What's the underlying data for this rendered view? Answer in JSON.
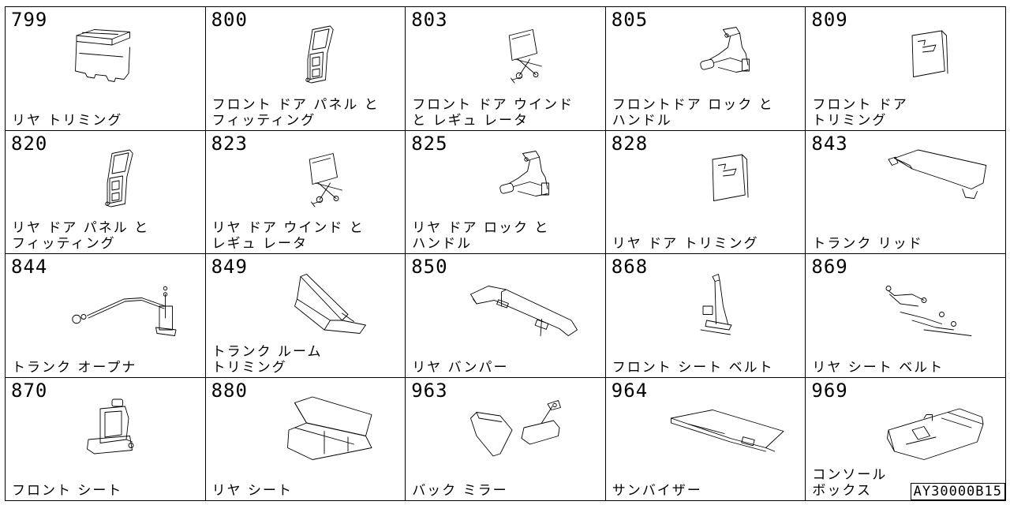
{
  "parts": [
    {
      "code": "799",
      "name": "リヤ トリミング",
      "icon": "rear-trim-icon"
    },
    {
      "code": "800",
      "name": "フロント ドア パネル と\nフィッティング",
      "icon": "door-panel-icon"
    },
    {
      "code": "803",
      "name": "フロント ドア ウインド\nと レギュ レータ",
      "icon": "window-regulator-icon"
    },
    {
      "code": "805",
      "name": "フロントドア ロック と\nハンドル",
      "icon": "door-lock-icon"
    },
    {
      "code": "809",
      "name": "フロント ドア\nトリミング",
      "icon": "door-trim-icon"
    },
    {
      "code": "820",
      "name": "リヤ ドア パネル と\nフィッティング",
      "icon": "door-panel-icon"
    },
    {
      "code": "823",
      "name": "リヤ ドア ウインド と\nレギュ レータ",
      "icon": "window-regulator-icon"
    },
    {
      "code": "825",
      "name": "リヤ ドア ロック と\nハンドル",
      "icon": "door-lock-icon"
    },
    {
      "code": "828",
      "name": "リヤ ドア トリミング",
      "icon": "door-trim-icon"
    },
    {
      "code": "843",
      "name": "トランク リッド",
      "icon": "trunk-lid-icon"
    },
    {
      "code": "844",
      "name": "トランク オープナ",
      "icon": "trunk-opener-icon"
    },
    {
      "code": "849",
      "name": "トランク ルーム\nトリミング",
      "icon": "trunk-trim-icon"
    },
    {
      "code": "850",
      "name": "リヤ バンパー",
      "icon": "bumper-icon"
    },
    {
      "code": "868",
      "name": "フロント シート ベルト",
      "icon": "seat-belt-icon"
    },
    {
      "code": "869",
      "name": "リヤ シート ベルト",
      "icon": "rear-belt-icon"
    },
    {
      "code": "870",
      "name": "フロント シート",
      "icon": "front-seat-icon"
    },
    {
      "code": "880",
      "name": "リヤ シート",
      "icon": "rear-seat-icon"
    },
    {
      "code": "963",
      "name": "バック ミラー",
      "icon": "mirror-icon"
    },
    {
      "code": "964",
      "name": "サンバイザー",
      "icon": "sun-visor-icon"
    },
    {
      "code": "969",
      "name": "コンソール\nボックス",
      "icon": "console-box-icon"
    }
  ],
  "reference_code": "AY30000B15"
}
